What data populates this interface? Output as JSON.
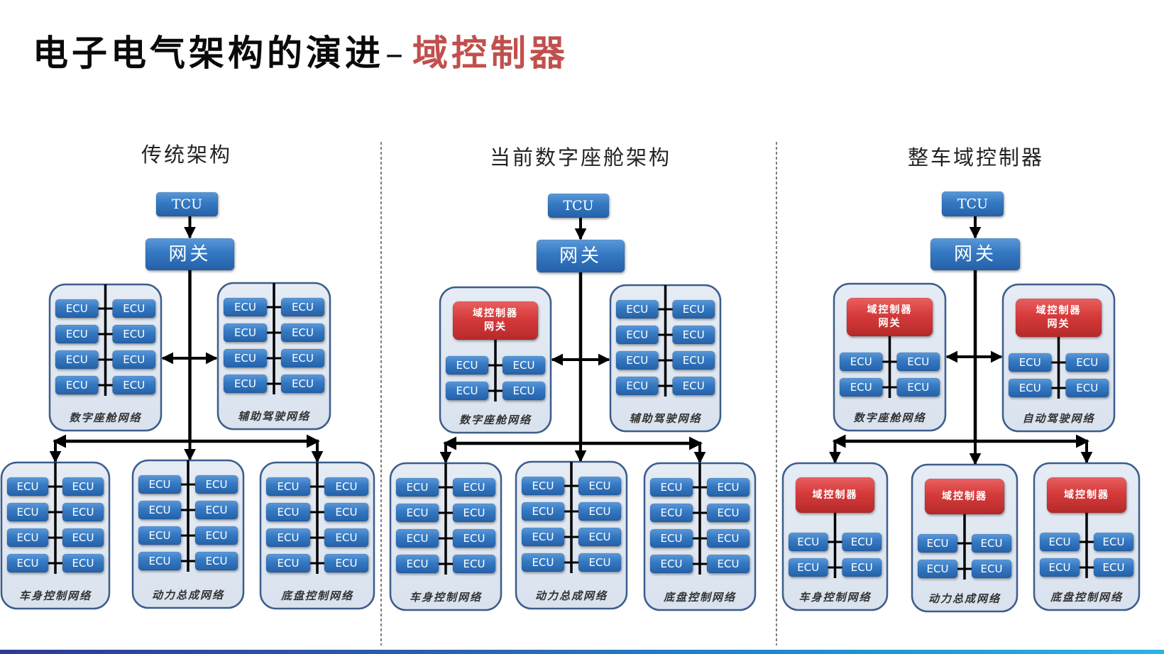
{
  "slide": {
    "title_main": "电子电气架构的演进",
    "title_separator": "–",
    "title_accent": "域控制器",
    "colors": {
      "accent": "#c0504d",
      "ecu_blue": "#2f74be",
      "domain_red": "#d23a3a",
      "container_fill": "#dfe7f1",
      "container_border": "#3c5d8c",
      "bar_start": "#2e3a94",
      "bar_end": "#2ab4e6"
    }
  },
  "labels": {
    "tcu": "TCU",
    "gateway": "网关",
    "ecu": "ECU",
    "domain_controller": "域控制器",
    "domain_gateway_line2": "网关"
  },
  "panels": [
    {
      "title": "传统架构",
      "top_networks": [
        {
          "label": "数字座舱网络",
          "controller": null,
          "ecu_count": 8
        },
        {
          "label": "辅助驾驶网络",
          "controller": null,
          "ecu_count": 8
        }
      ],
      "bottom_networks": [
        {
          "label": "车身控制网络",
          "controller": null,
          "ecu_count": 8
        },
        {
          "label": "动力总成网络",
          "controller": null,
          "ecu_count": 8
        },
        {
          "label": "底盘控制网络",
          "controller": null,
          "ecu_count": 8
        }
      ]
    },
    {
      "title": "当前数字座舱架构",
      "top_networks": [
        {
          "label": "数字座舱网络",
          "controller": "domain_gateway",
          "ecu_count": 4
        },
        {
          "label": "辅助驾驶网络",
          "controller": null,
          "ecu_count": 8
        }
      ],
      "bottom_networks": [
        {
          "label": "车身控制网络",
          "controller": null,
          "ecu_count": 8
        },
        {
          "label": "动力总成网络",
          "controller": null,
          "ecu_count": 8
        },
        {
          "label": "底盘控制网络",
          "controller": null,
          "ecu_count": 8
        }
      ]
    },
    {
      "title": "整车域控制器",
      "top_networks": [
        {
          "label": "数字座舱网络",
          "controller": "domain_gateway",
          "ecu_count": 4
        },
        {
          "label": "自动驾驶网络",
          "controller": "domain_gateway",
          "ecu_count": 4
        }
      ],
      "bottom_networks": [
        {
          "label": "车身控制网络",
          "controller": "domain",
          "ecu_count": 4
        },
        {
          "label": "动力总成网络",
          "controller": "domain",
          "ecu_count": 4
        },
        {
          "label": "底盘控制网络",
          "controller": "domain",
          "ecu_count": 4
        }
      ]
    }
  ]
}
